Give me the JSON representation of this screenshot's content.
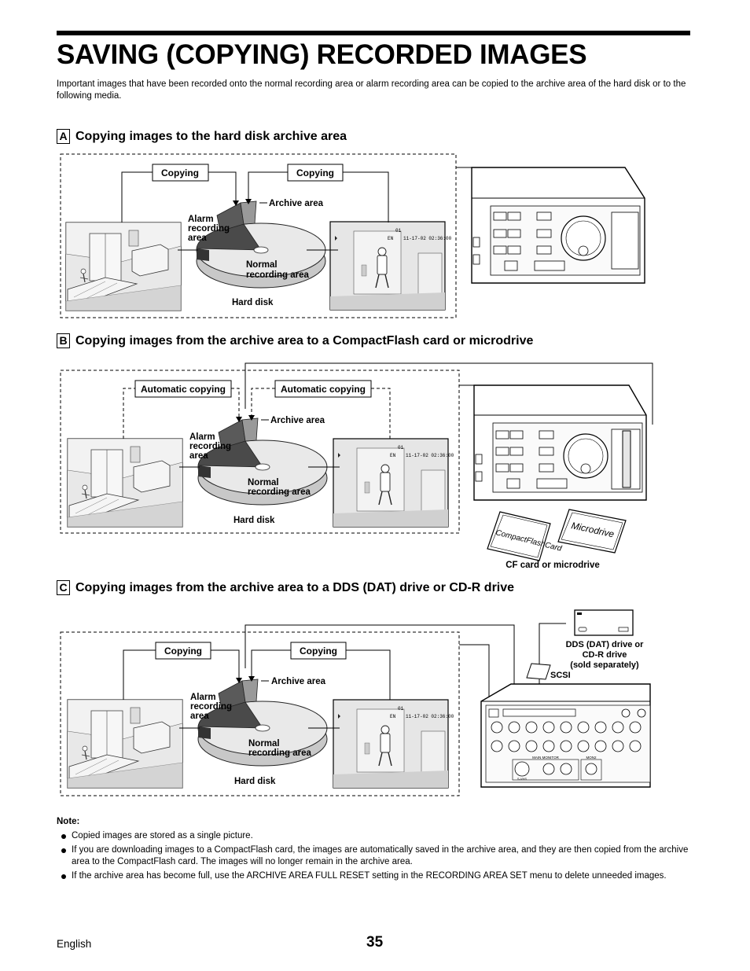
{
  "page": {
    "title": "SAVING (COPYING) RECORDED IMAGES",
    "intro": "Important images that have been recorded onto the normal recording area or alarm recording area can be copied to the archive area of the hard disk or to the following media."
  },
  "sections": [
    {
      "label": "A",
      "heading": "Copying images to the hard disk archive area"
    },
    {
      "label": "B",
      "heading": "Copying images from the archive area to a CompactFlash card or microdrive"
    },
    {
      "label": "C",
      "heading": "Copying images from the archive area to a DDS (DAT) drive or CD-R drive"
    }
  ],
  "figures": {
    "a": {
      "left_box": "Copying",
      "right_box": "Copying",
      "archive": "Archive area",
      "alarm": [
        "Alarm",
        "recording",
        "area"
      ],
      "normal": [
        "Normal",
        "recording area"
      ],
      "hdd": "Hard disk",
      "timestamp": "11-17-02 02:36:00",
      "ch": "01",
      "en": "EN"
    },
    "b": {
      "left_box": "Automatic copying",
      "right_box": "Automatic copying",
      "archive": "Archive area",
      "alarm": [
        "Alarm",
        "recording",
        "area"
      ],
      "normal": [
        "Normal",
        "recording area"
      ],
      "hdd": "Hard disk",
      "timestamp": "11-17-02 02:36:00",
      "ch": "01",
      "en": "EN",
      "cf_card": "CompactFlashCard",
      "microdrive": "Microdrive",
      "caption": "CF card or microdrive"
    },
    "c": {
      "left_box": "Copying",
      "right_box": "Copying",
      "archive": "Archive area",
      "alarm": [
        "Alarm",
        "recording",
        "area"
      ],
      "normal": [
        "Normal",
        "recording area"
      ],
      "hdd": "Hard disk",
      "timestamp": "11-17-02 02:36:00",
      "ch": "01",
      "en": "EN",
      "drive_label": [
        "DDS (DAT) drive or",
        "CD-R drive",
        "(sold separately)"
      ],
      "scsi": "SCSI",
      "main_monitor": "MAIN MONITOR",
      "mon2": "MON2",
      "svhs": "S-VHS"
    }
  },
  "note": {
    "title": "Note:",
    "items": [
      "Copied images are stored as a single picture.",
      "If you are downloading images to a CompactFlash card, the images are automatically saved in the archive area, and they are then copied from the archive area to the CompactFlash card. The images will no longer remain in the archive area.",
      "If the archive area has become full, use the ARCHIVE AREA FULL RESET setting in the RECORDING AREA SET menu to delete unneeded images."
    ]
  },
  "footer": {
    "language": "English",
    "page_number": "35"
  }
}
